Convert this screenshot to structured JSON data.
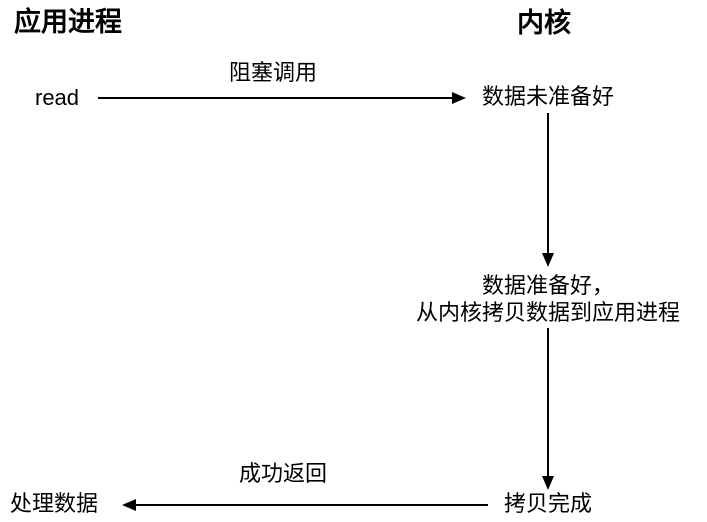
{
  "diagram": {
    "title_semantics": "blocking-io-flow",
    "colors": {
      "foreground": "#000000",
      "background": "#ffffff"
    },
    "headers": {
      "left": "应用进程",
      "right": "内核"
    },
    "nodes": {
      "read_call": "read",
      "data_not_ready": "数据未准备好",
      "data_ready_line1": "数据准备好，",
      "data_ready_line2": "从内核拷贝数据到应用进程",
      "copy_complete": "拷贝完成",
      "process_data": "处理数据"
    },
    "edges": {
      "blocking_call_label": "阻塞调用",
      "success_return_label": "成功返回"
    }
  }
}
